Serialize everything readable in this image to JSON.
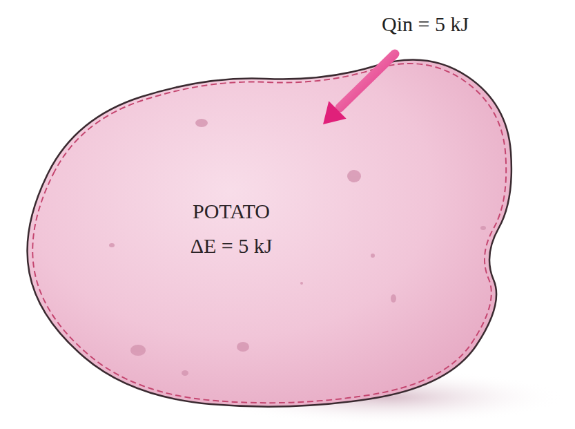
{
  "diagram": {
    "nodes": [
      {
        "text": [
          "POTATO",
          "ΔE = 5 kJ"
        ]
      }
    ],
    "labels": [
      "Qin = 5 kJ"
    ]
  }
}
